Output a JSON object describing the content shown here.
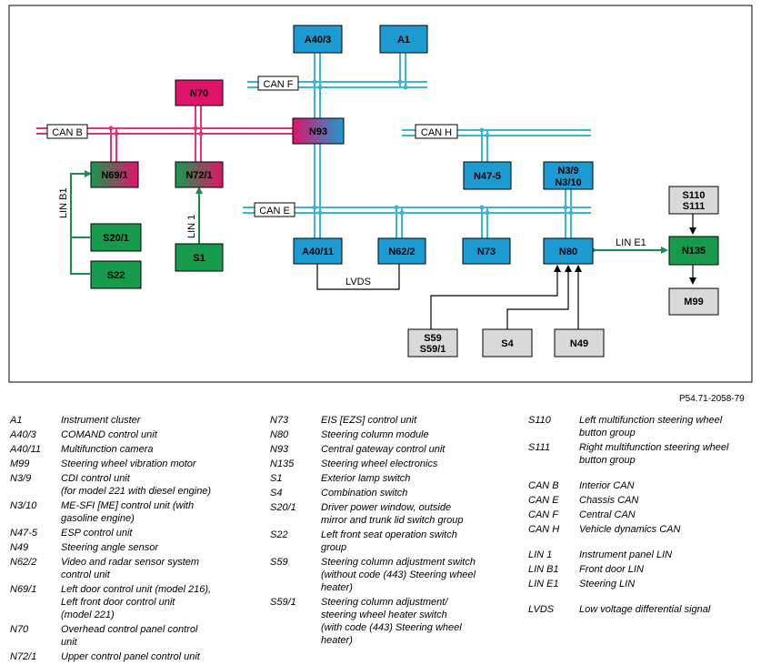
{
  "colors": {
    "can_blue": "#3ab5d6",
    "can_pink": "#e8317a",
    "lin_green": "#1a8c4a",
    "module_blue": "#1b9bd1",
    "module_pink": "#e0136b",
    "module_green": "#169a4c",
    "module_grey": "#d9d9d9",
    "gateway_gradient": [
      "#e0136b",
      "#1b9bd1"
    ]
  },
  "diagram": {
    "modules": {
      "A40_3": "A40/3",
      "A1": "A1",
      "N70": "N70",
      "N93": "N93",
      "N69_1": "N69/1",
      "N72_1": "N72/1",
      "N47_5": "N47-5",
      "N3_9": "N3/9",
      "N3_10": "N3/10",
      "S110": "S110",
      "S111": "S111",
      "S20_1": "S20/1",
      "S22": "S22",
      "S1": "S1",
      "A40_11": "A40/11",
      "N62_2": "N62/2",
      "N73": "N73",
      "N80": "N80",
      "N135": "N135",
      "M99": "M99",
      "S59": "S59",
      "S59_1": "S59/1",
      "S4": "S4",
      "N49": "N49"
    },
    "bus_labels": {
      "can_f": "CAN F",
      "can_b": "CAN B",
      "can_h": "CAN H",
      "can_e": "CAN E",
      "lin_b1": "LIN B1",
      "lin_1": "LIN 1",
      "lin_e1": "LIN E1",
      "lvds": "LVDS"
    },
    "reference": "P54.71-2058-79"
  },
  "legend": {
    "col1": [
      {
        "code": "A1",
        "lines": [
          "Instrument cluster"
        ]
      },
      {
        "code": "A40/3",
        "lines": [
          "COMAND control unit"
        ]
      },
      {
        "code": "A40/11",
        "lines": [
          "Multifunction camera"
        ]
      },
      {
        "code": "M99",
        "lines": [
          "Steering wheel vibration motor"
        ]
      },
      {
        "code": "N3/9",
        "lines": [
          "CDI control unit",
          "(for model 221 with diesel engine)"
        ]
      },
      {
        "code": "N3/10",
        "lines": [
          "ME-SFI [ME] control unit (with",
          "gasoline engine)"
        ]
      },
      {
        "code": "N47-5",
        "lines": [
          "ESP control unit"
        ]
      },
      {
        "code": "N49",
        "lines": [
          "Steering angle sensor"
        ]
      },
      {
        "code": "N62/2",
        "lines": [
          "Video and radar sensor system",
          "control unit"
        ]
      },
      {
        "code": "N69/1",
        "lines": [
          "Left door control unit (model 216),",
          "Left front door control unit",
          "(model 221)"
        ]
      },
      {
        "code": "N70",
        "lines": [
          "Overhead control panel control",
          "unit"
        ]
      },
      {
        "code": "N72/1",
        "lines": [
          "Upper control panel control unit"
        ]
      }
    ],
    "col2": [
      {
        "code": "N73",
        "lines": [
          "EIS [EZS] control unit"
        ]
      },
      {
        "code": "N80",
        "lines": [
          "Steering column module"
        ]
      },
      {
        "code": "N93",
        "lines": [
          "Central gateway control unit"
        ]
      },
      {
        "code": "N135",
        "lines": [
          "Steering wheel electronics"
        ]
      },
      {
        "code": "S1",
        "lines": [
          "Exterior lamp switch"
        ]
      },
      {
        "code": "S4",
        "lines": [
          "Combination switch"
        ]
      },
      {
        "code": "S20/1",
        "lines": [
          "Driver power window, outside",
          "mirror and trunk lid switch group"
        ]
      },
      {
        "code": "S22",
        "lines": [
          "Left front seat operation switch",
          "group"
        ]
      },
      {
        "code": "S59",
        "lines": [
          "Steering column adjustment switch",
          "(without code (443) Steering wheel",
          "heater)"
        ]
      },
      {
        "code": "S59/1",
        "lines": [
          "Steering column adjustment/",
          "steering wheel heater switch",
          "(with code (443) Steering wheel",
          "heater)"
        ]
      }
    ],
    "col3a": [
      {
        "code": "S110",
        "lines": [
          "Left multifunction steering wheel",
          "button group"
        ]
      },
      {
        "code": "S111",
        "lines": [
          "Right multifunction steering wheel",
          "button group"
        ]
      }
    ],
    "col3b": [
      {
        "code": "CAN B",
        "lines": [
          "Interior CAN"
        ]
      },
      {
        "code": "CAN E",
        "lines": [
          "Chassis CAN"
        ]
      },
      {
        "code": "CAN F",
        "lines": [
          "Central CAN"
        ]
      },
      {
        "code": "CAN H",
        "lines": [
          "Vehicle dynamics CAN"
        ]
      }
    ],
    "col3c": [
      {
        "code": "LIN 1",
        "lines": [
          "Instrument panel LIN"
        ]
      },
      {
        "code": "LIN B1",
        "lines": [
          "Front door LIN"
        ]
      },
      {
        "code": "LIN E1",
        "lines": [
          "Steering LIN"
        ]
      }
    ],
    "col3d": [
      {
        "code": "LVDS",
        "lines": [
          "Low voltage differential signal"
        ]
      }
    ]
  }
}
